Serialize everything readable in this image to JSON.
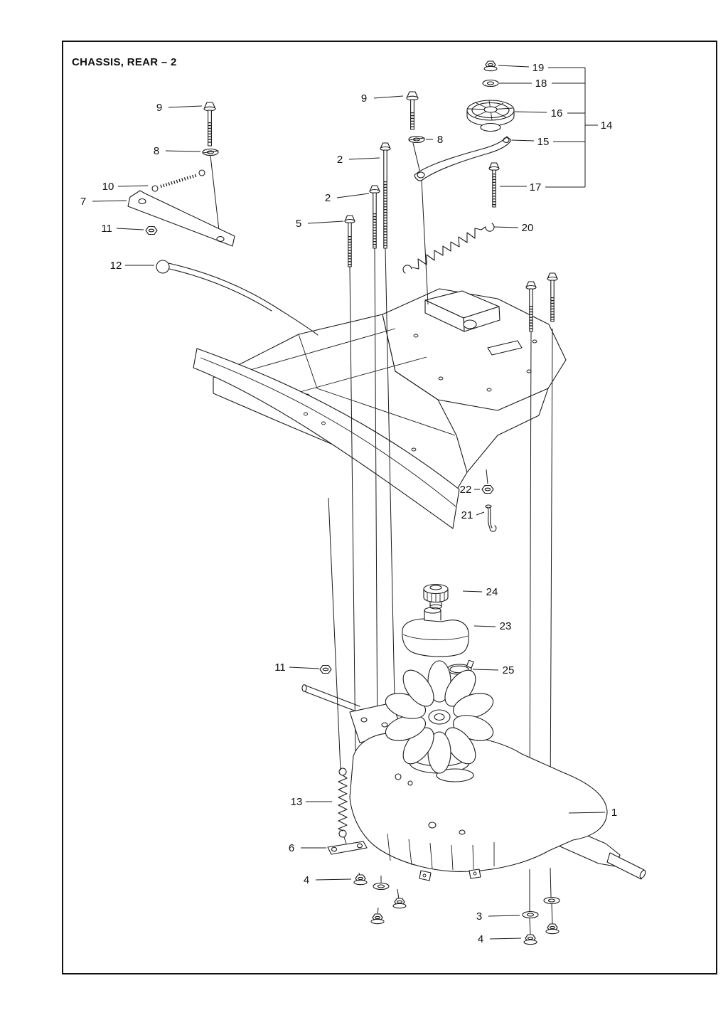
{
  "page": {
    "title": "CHASSIS, REAR – 2"
  },
  "callouts": {
    "c19": "19",
    "c18": "18",
    "c16": "16",
    "c14": "14",
    "c15": "15",
    "c9_right": "9",
    "c8_right": "8",
    "c9_left": "9",
    "c8_left": "8",
    "c2_upper": "2",
    "c2_lower": "2",
    "c10": "10",
    "c7": "7",
    "c17": "17",
    "c11_top": "11",
    "c5": "5",
    "c20": "20",
    "c12": "12",
    "c22": "22",
    "c21": "21",
    "c24": "24",
    "c23": "23",
    "c11_mid": "11",
    "c25": "25",
    "c13": "13",
    "c1": "1",
    "c6": "6",
    "c4_left": "4",
    "c3": "3",
    "c4_right": "4"
  }
}
